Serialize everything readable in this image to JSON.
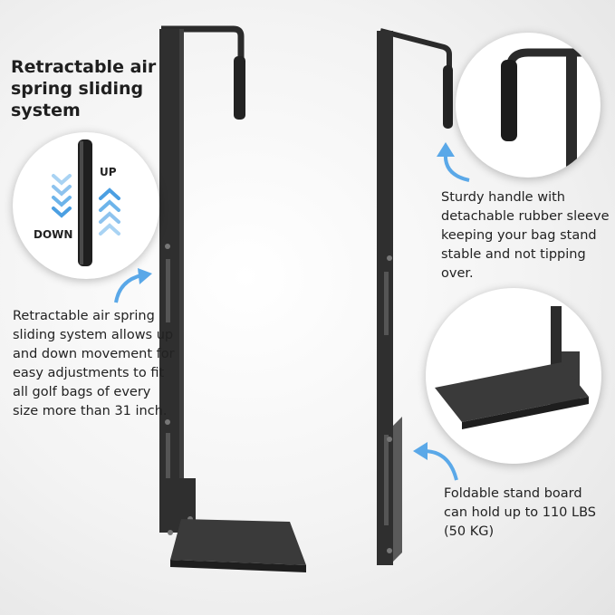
{
  "heading": "Retractable air spring sliding system",
  "labels": {
    "up": "UP",
    "down": "DOWN"
  },
  "descriptions": {
    "left": "Retractable air spring sliding system allows up and down movement for easy adjustments to fit all golf bags of every size more than 31 inch.",
    "right_top": "Sturdy handle with detachable rubber sleeve keeping your bag stand stable and not tipping over.",
    "right_bottom": "Foldable stand board can hold up to 110 LBS (50 KG)"
  },
  "colors": {
    "metal": "#2b2b2b",
    "arrow": "#5aa8e8",
    "chevron_light": "#a9d3f3"
  }
}
